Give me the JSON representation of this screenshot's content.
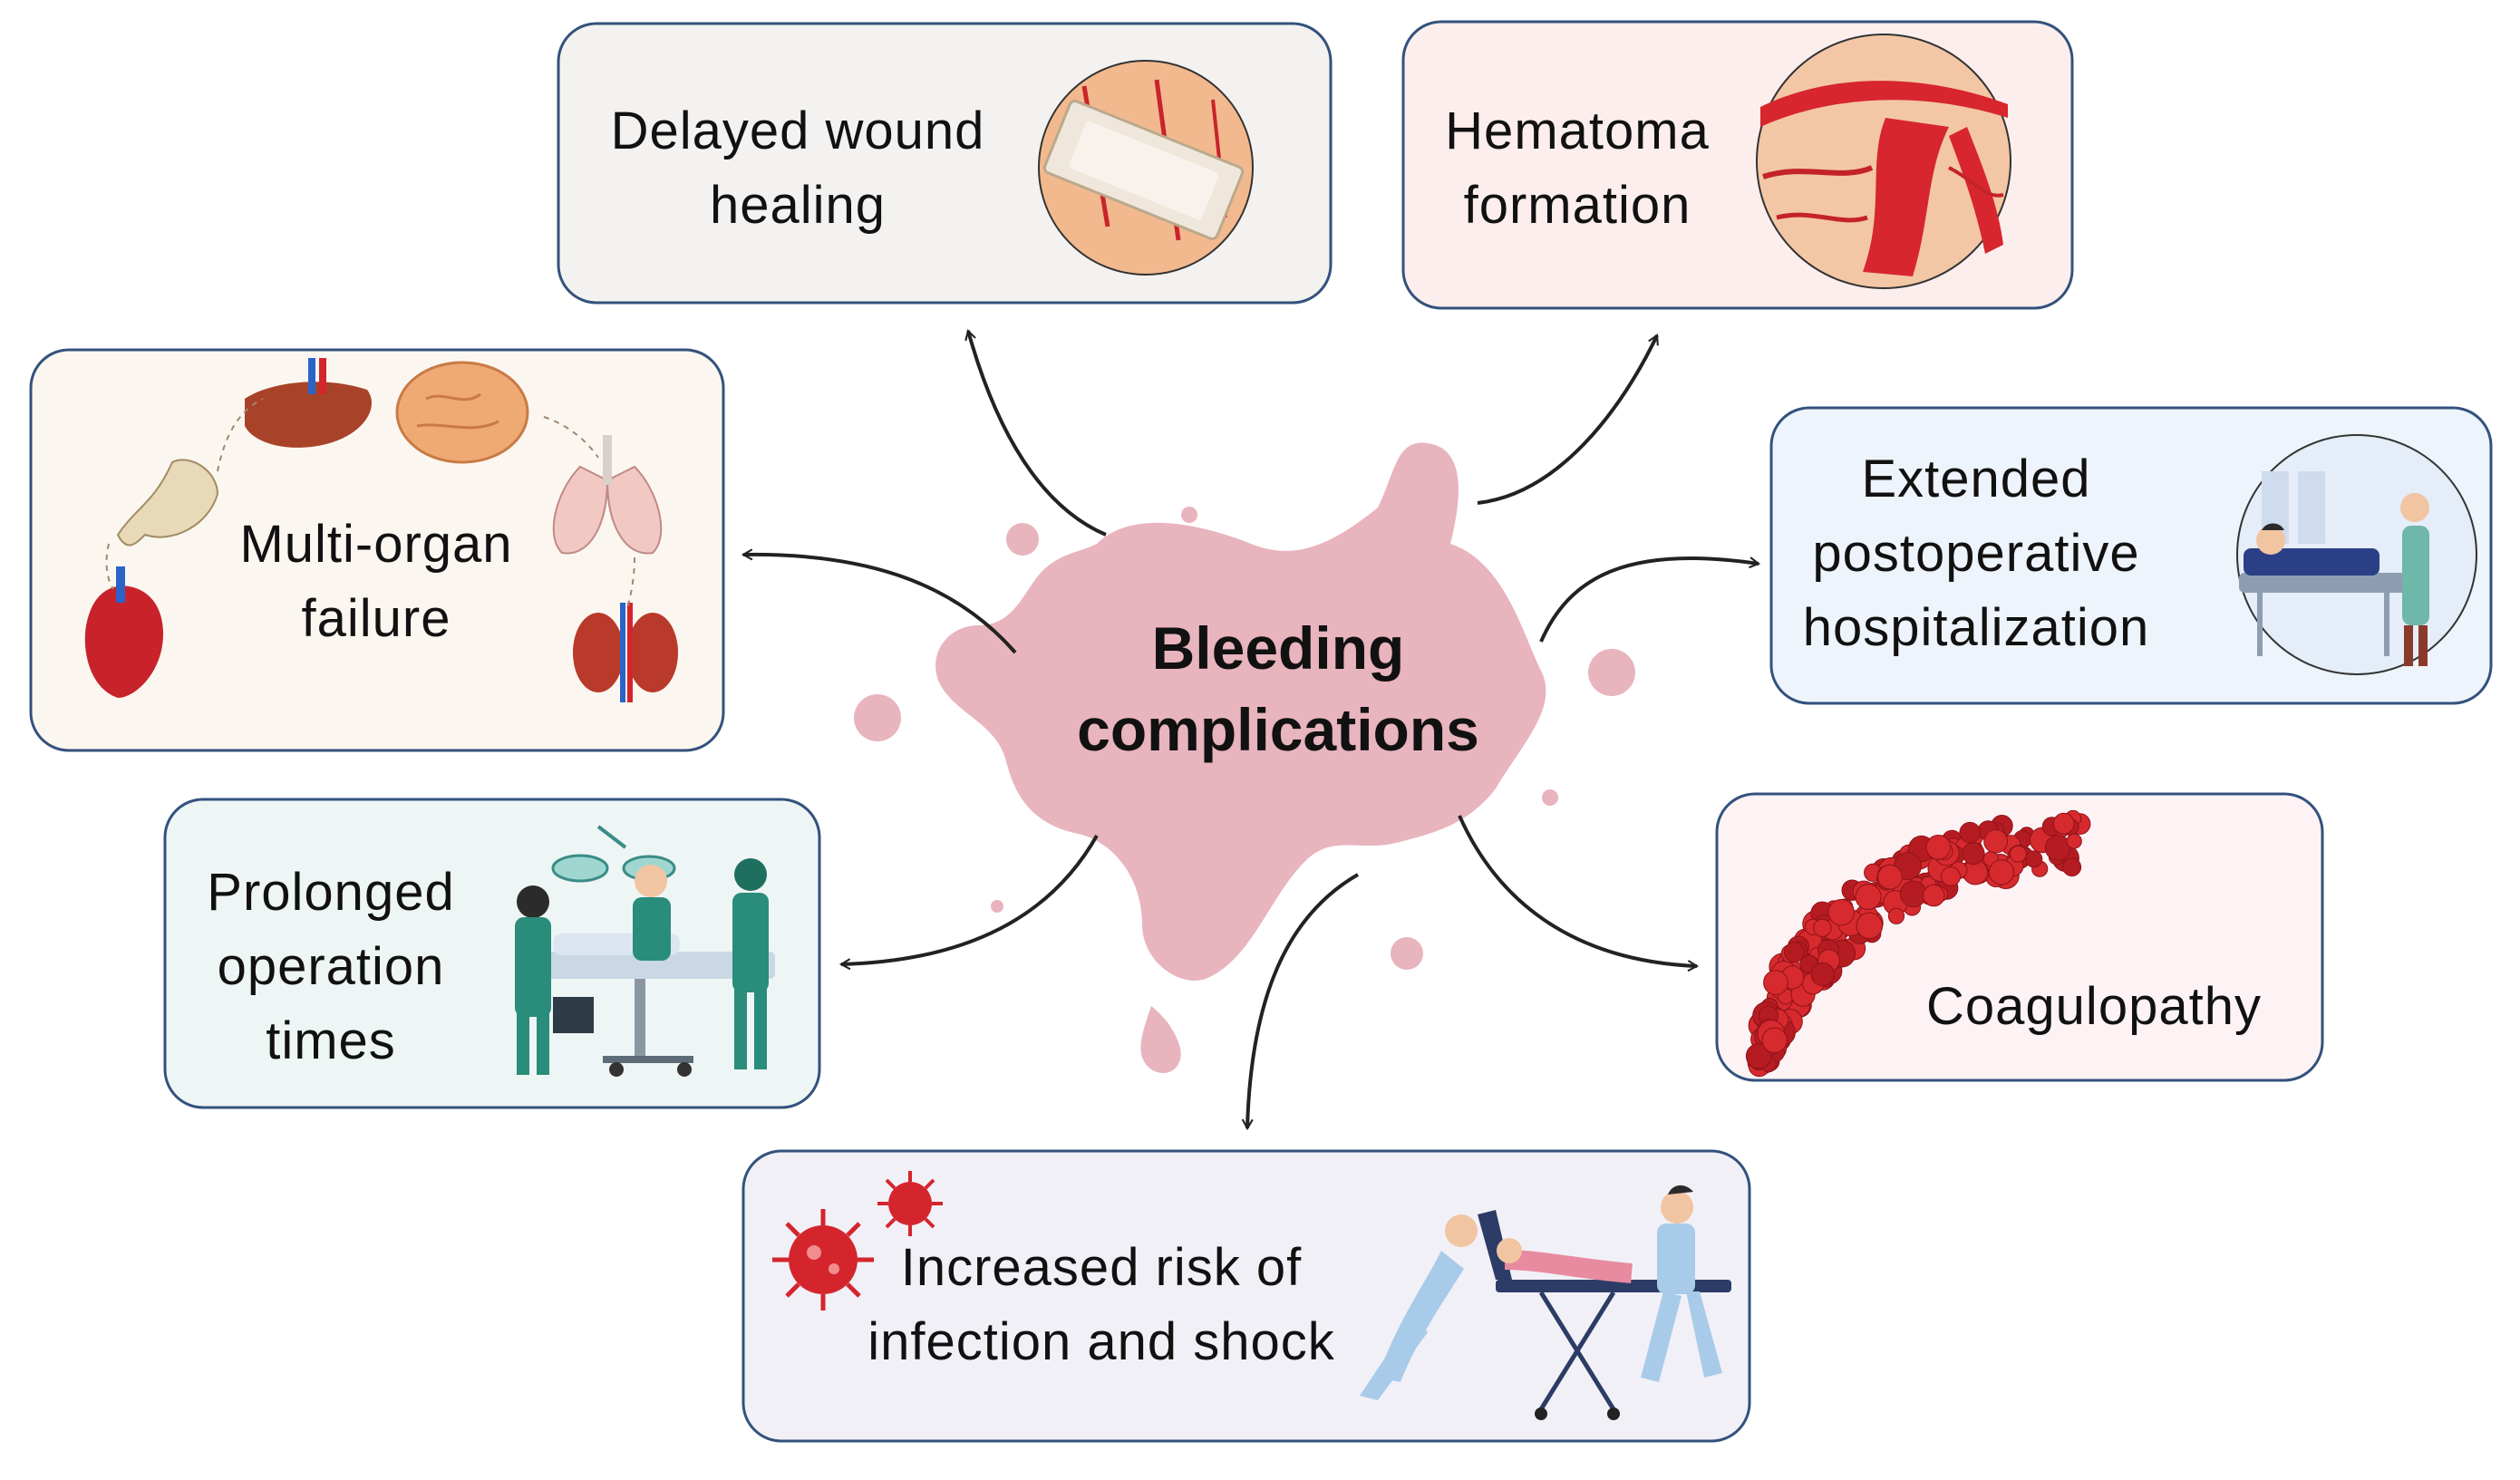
{
  "center": {
    "title_line1": "Bleeding",
    "title_line2": "complications"
  },
  "outcomes": {
    "delayed_wound_healing": {
      "line1": "Delayed wound",
      "line2": "healing",
      "illustration": "bandage-on-skin-icon"
    },
    "hematoma_formation": {
      "line1": "Hematoma",
      "line2": "formation",
      "illustration": "blood-clot-tissue-icon"
    },
    "multi_organ_failure": {
      "line1": "Multi-organ",
      "line2": "failure",
      "illustration": "organs-icon"
    },
    "extended_hospitalization": {
      "line1": "Extended",
      "line2": "postoperative",
      "line3": "hospitalization",
      "illustration": "patient-in-bed-icon"
    },
    "prolonged_operation_times": {
      "line1": "Prolonged",
      "line2": "operation",
      "line3": "times",
      "illustration": "surgical-team-icon"
    },
    "coagulopathy": {
      "line1": "Coagulopathy",
      "illustration": "red-blood-cells-icon"
    },
    "infection_and_shock": {
      "line1": "Increased risk of",
      "line2": "infection and shock",
      "illustration": "emergency-stretcher-icon"
    }
  },
  "colors": {
    "box_border": "#33527d",
    "blood_splash": "#e8b4bd",
    "blood_red": "#d4252d",
    "arrow": "#222222"
  }
}
